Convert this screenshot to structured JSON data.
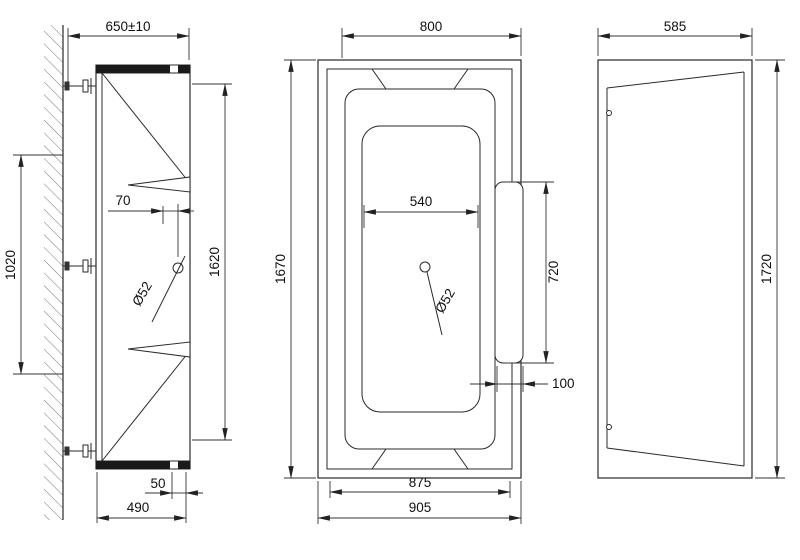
{
  "page": {
    "background": "#ffffff",
    "line_color": "#2a2a2a"
  },
  "views": {
    "side": {
      "title": "side-elevation-wall-mounted",
      "dims": {
        "width_top": "650±10",
        "drain_offset": "70",
        "mount_span": "1020",
        "overall_height": "1620",
        "drain_diameter": "Ø52",
        "rim_inset": "50",
        "base_depth": "490"
      }
    },
    "plan": {
      "title": "plan-view",
      "dims": {
        "rim_opening_width": "800",
        "basin_width": "540",
        "overall_length": "1670",
        "deck_length": "720",
        "drain_diameter": "Ø52",
        "deck_width": "100",
        "rim_width": "875",
        "overall_width": "905"
      }
    },
    "end": {
      "title": "end-elevation",
      "dims": {
        "width_top": "585",
        "overall_height": "1720"
      }
    }
  }
}
